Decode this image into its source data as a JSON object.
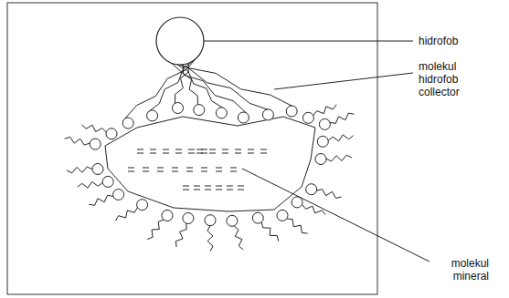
{
  "diagram": {
    "labels": [
      "hidrofob",
      "molekul hidrofob collector",
      "molekul mineral"
    ]
  }
}
